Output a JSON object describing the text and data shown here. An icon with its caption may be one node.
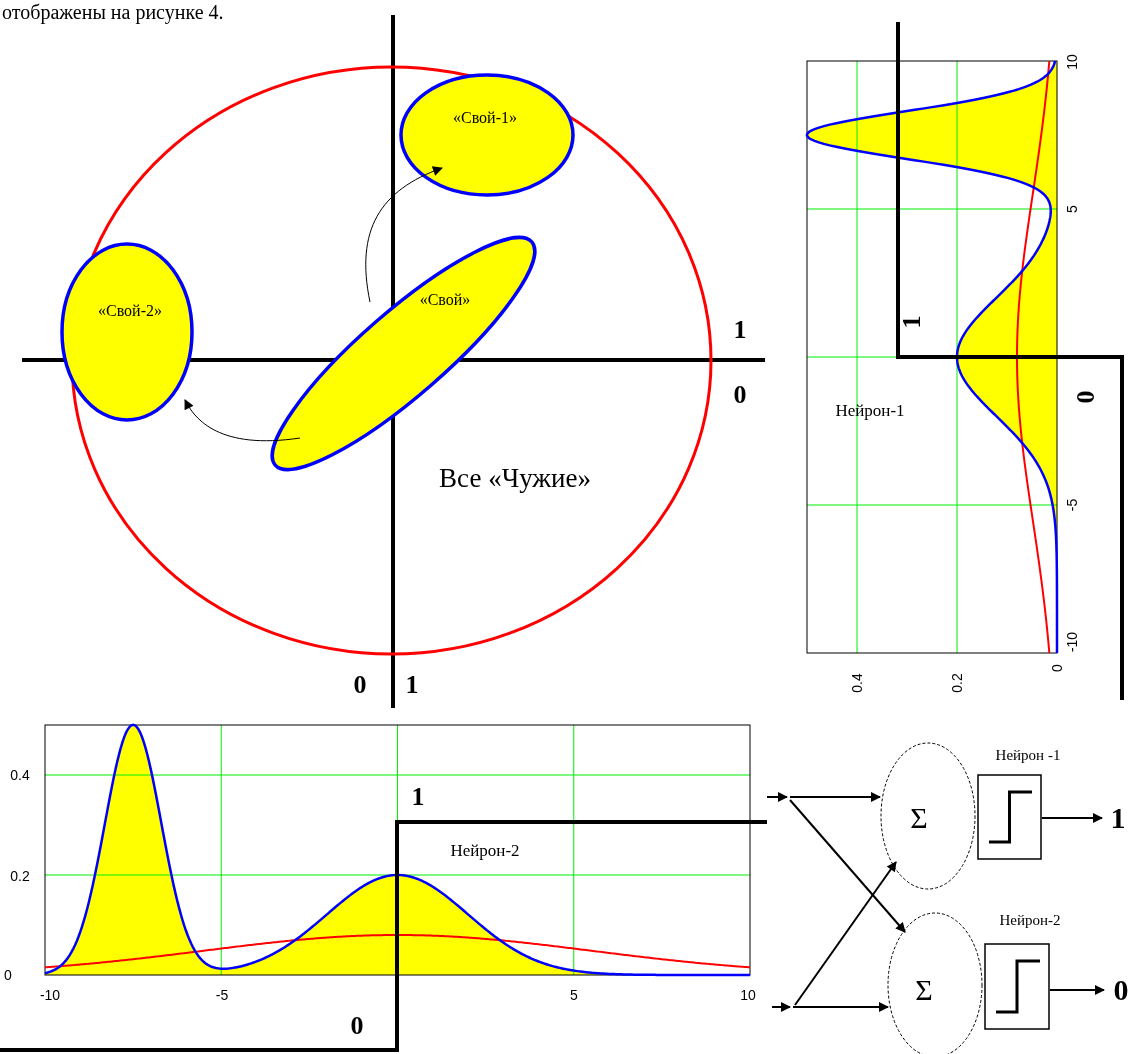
{
  "diagram": {
    "nodes": [
      {
        "text": [
          "Все «Чужие»"
        ]
      },
      {
        "text": [
          "«Свой-1»"
        ],
        "in": 0
      },
      {
        "text": [
          "«Свой»"
        ],
        "in": 0
      },
      {
        "text": [
          "«Свой-2»"
        ]
      },
      {
        "text": [
          "Σ"
        ],
        "beside": [
          "Нейрон -1"
        ]
      },
      {
        "text": [],
        "shape": "box"
      },
      {
        "text": [
          "1"
        ]
      },
      {
        "text": [
          "Σ"
        ]
      },
      {
        "text": [],
        "shape": "box",
        "beside": [
          "Нейрон-2"
        ]
      },
      {
        "text": [
          "0"
        ]
      }
    ],
    "edges": [
      {
        "from": 2,
        "to": 1,
        "arrow": "to"
      },
      {
        "from": 2,
        "to": 3,
        "arrow": "to"
      },
      {
        "from": null,
        "to": 4,
        "arrow": "to"
      },
      {
        "from": null,
        "to": 7,
        "arrow": "to"
      },
      {
        "from": null,
        "to": 4,
        "arrow": "to"
      },
      {
        "from": null,
        "to": 7,
        "arrow": "to"
      },
      {
        "from": 5,
        "to": 6,
        "arrow": "to"
      },
      {
        "from": 8,
        "to": 9,
        "arrow": "to"
      }
    ],
    "labels": [
      "отображены на рисунке 4.",
      "1",
      "0",
      "0",
      "1",
      "10",
      "5",
      "1",
      "0",
      "-5",
      "-10",
      "Нейрон-1",
      "0.4",
      "0.2",
      "0",
      "0.4",
      "1",
      "Нейрон-2",
      "0.2",
      "0",
      "-10",
      "-5",
      "5",
      "10",
      "0"
    ]
  }
}
